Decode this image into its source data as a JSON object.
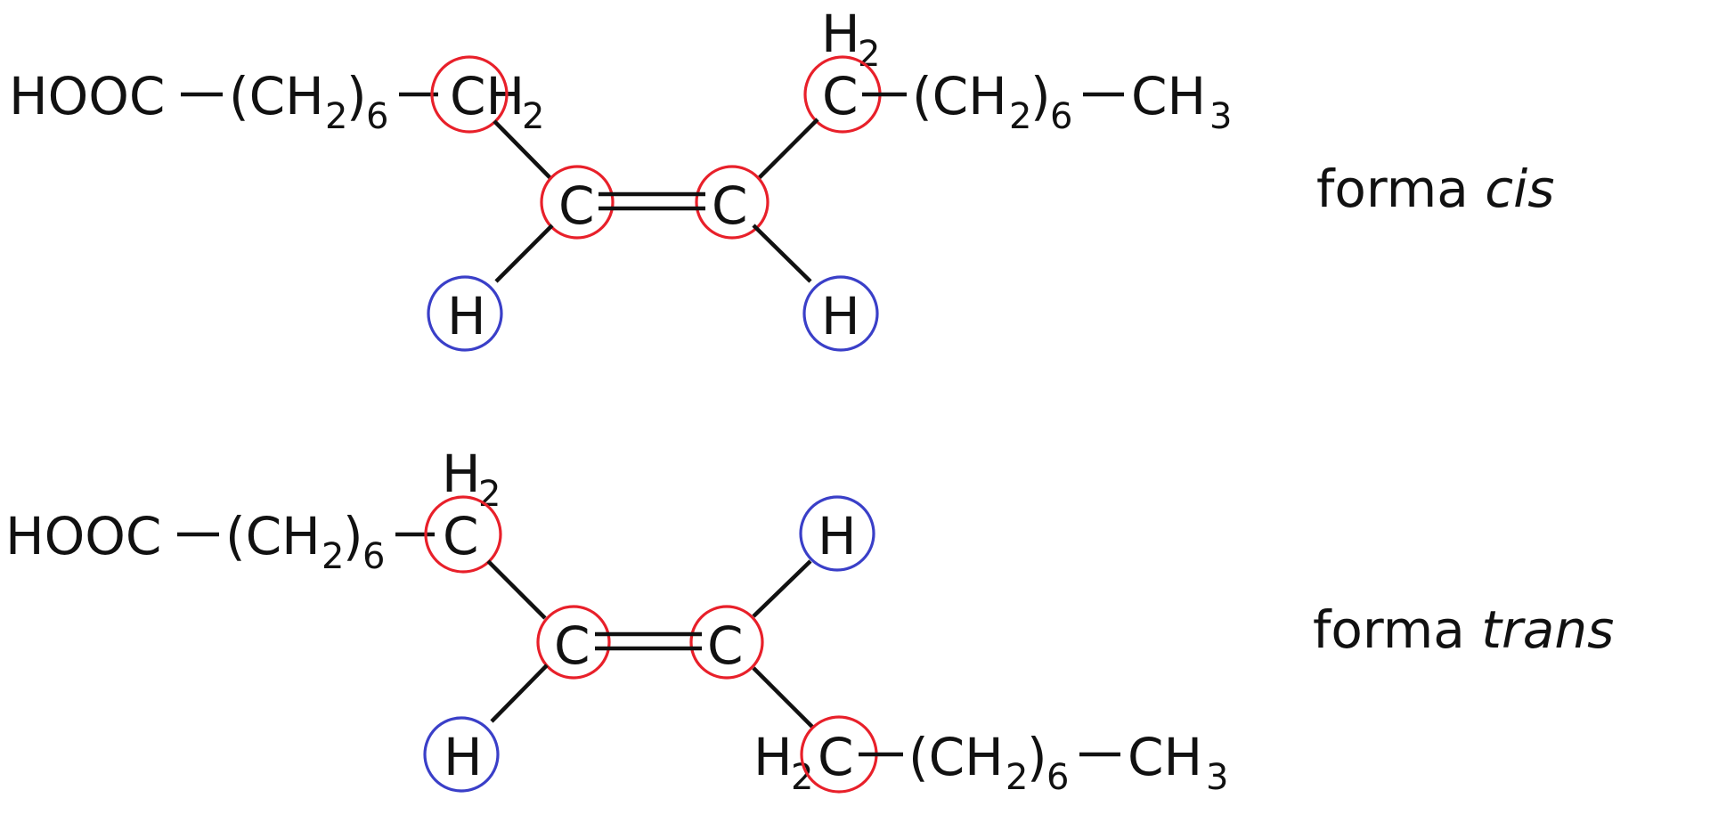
{
  "colors": {
    "carbon_ring": "#e8202a",
    "hydrogen_ring": "#3a3fc8",
    "bond": "#111111",
    "text": "#111111"
  },
  "cis": {
    "hooc": "HOOC",
    "ch2_open": "(CH",
    "ch2_sub": "2",
    "ch2_close": ")",
    "ch2_rep": "6",
    "left_ch": "CH",
    "left_ch_sub": "2",
    "top_h": "H",
    "top_h_sub": "2",
    "right_c": "C",
    "right_open": "(CH",
    "right_sub": "2",
    "right_close": ")",
    "right_rep": "6",
    "ch3": "CH",
    "ch3_sub": "3",
    "c1": "C",
    "c2": "C",
    "h1": "H",
    "h2": "H",
    "label_prefix": "forma ",
    "label_italic": "cis"
  },
  "trans": {
    "hooc": "HOOC",
    "ch2_open": "(CH",
    "ch2_sub": "2",
    "ch2_close": ")",
    "ch2_rep": "6",
    "top_h": "H",
    "top_h_sub": "2",
    "left_c": "C",
    "c1": "C",
    "c2": "C",
    "h_top": "H",
    "h_bottom": "H",
    "bottom_h": "H",
    "bottom_h_sub": "2",
    "bottom_c": "C",
    "right_open": "(CH",
    "right_sub": "2",
    "right_close": ")",
    "right_rep": "6",
    "ch3": "CH",
    "ch3_sub": "3",
    "label_prefix": "forma ",
    "label_italic": "trans"
  }
}
